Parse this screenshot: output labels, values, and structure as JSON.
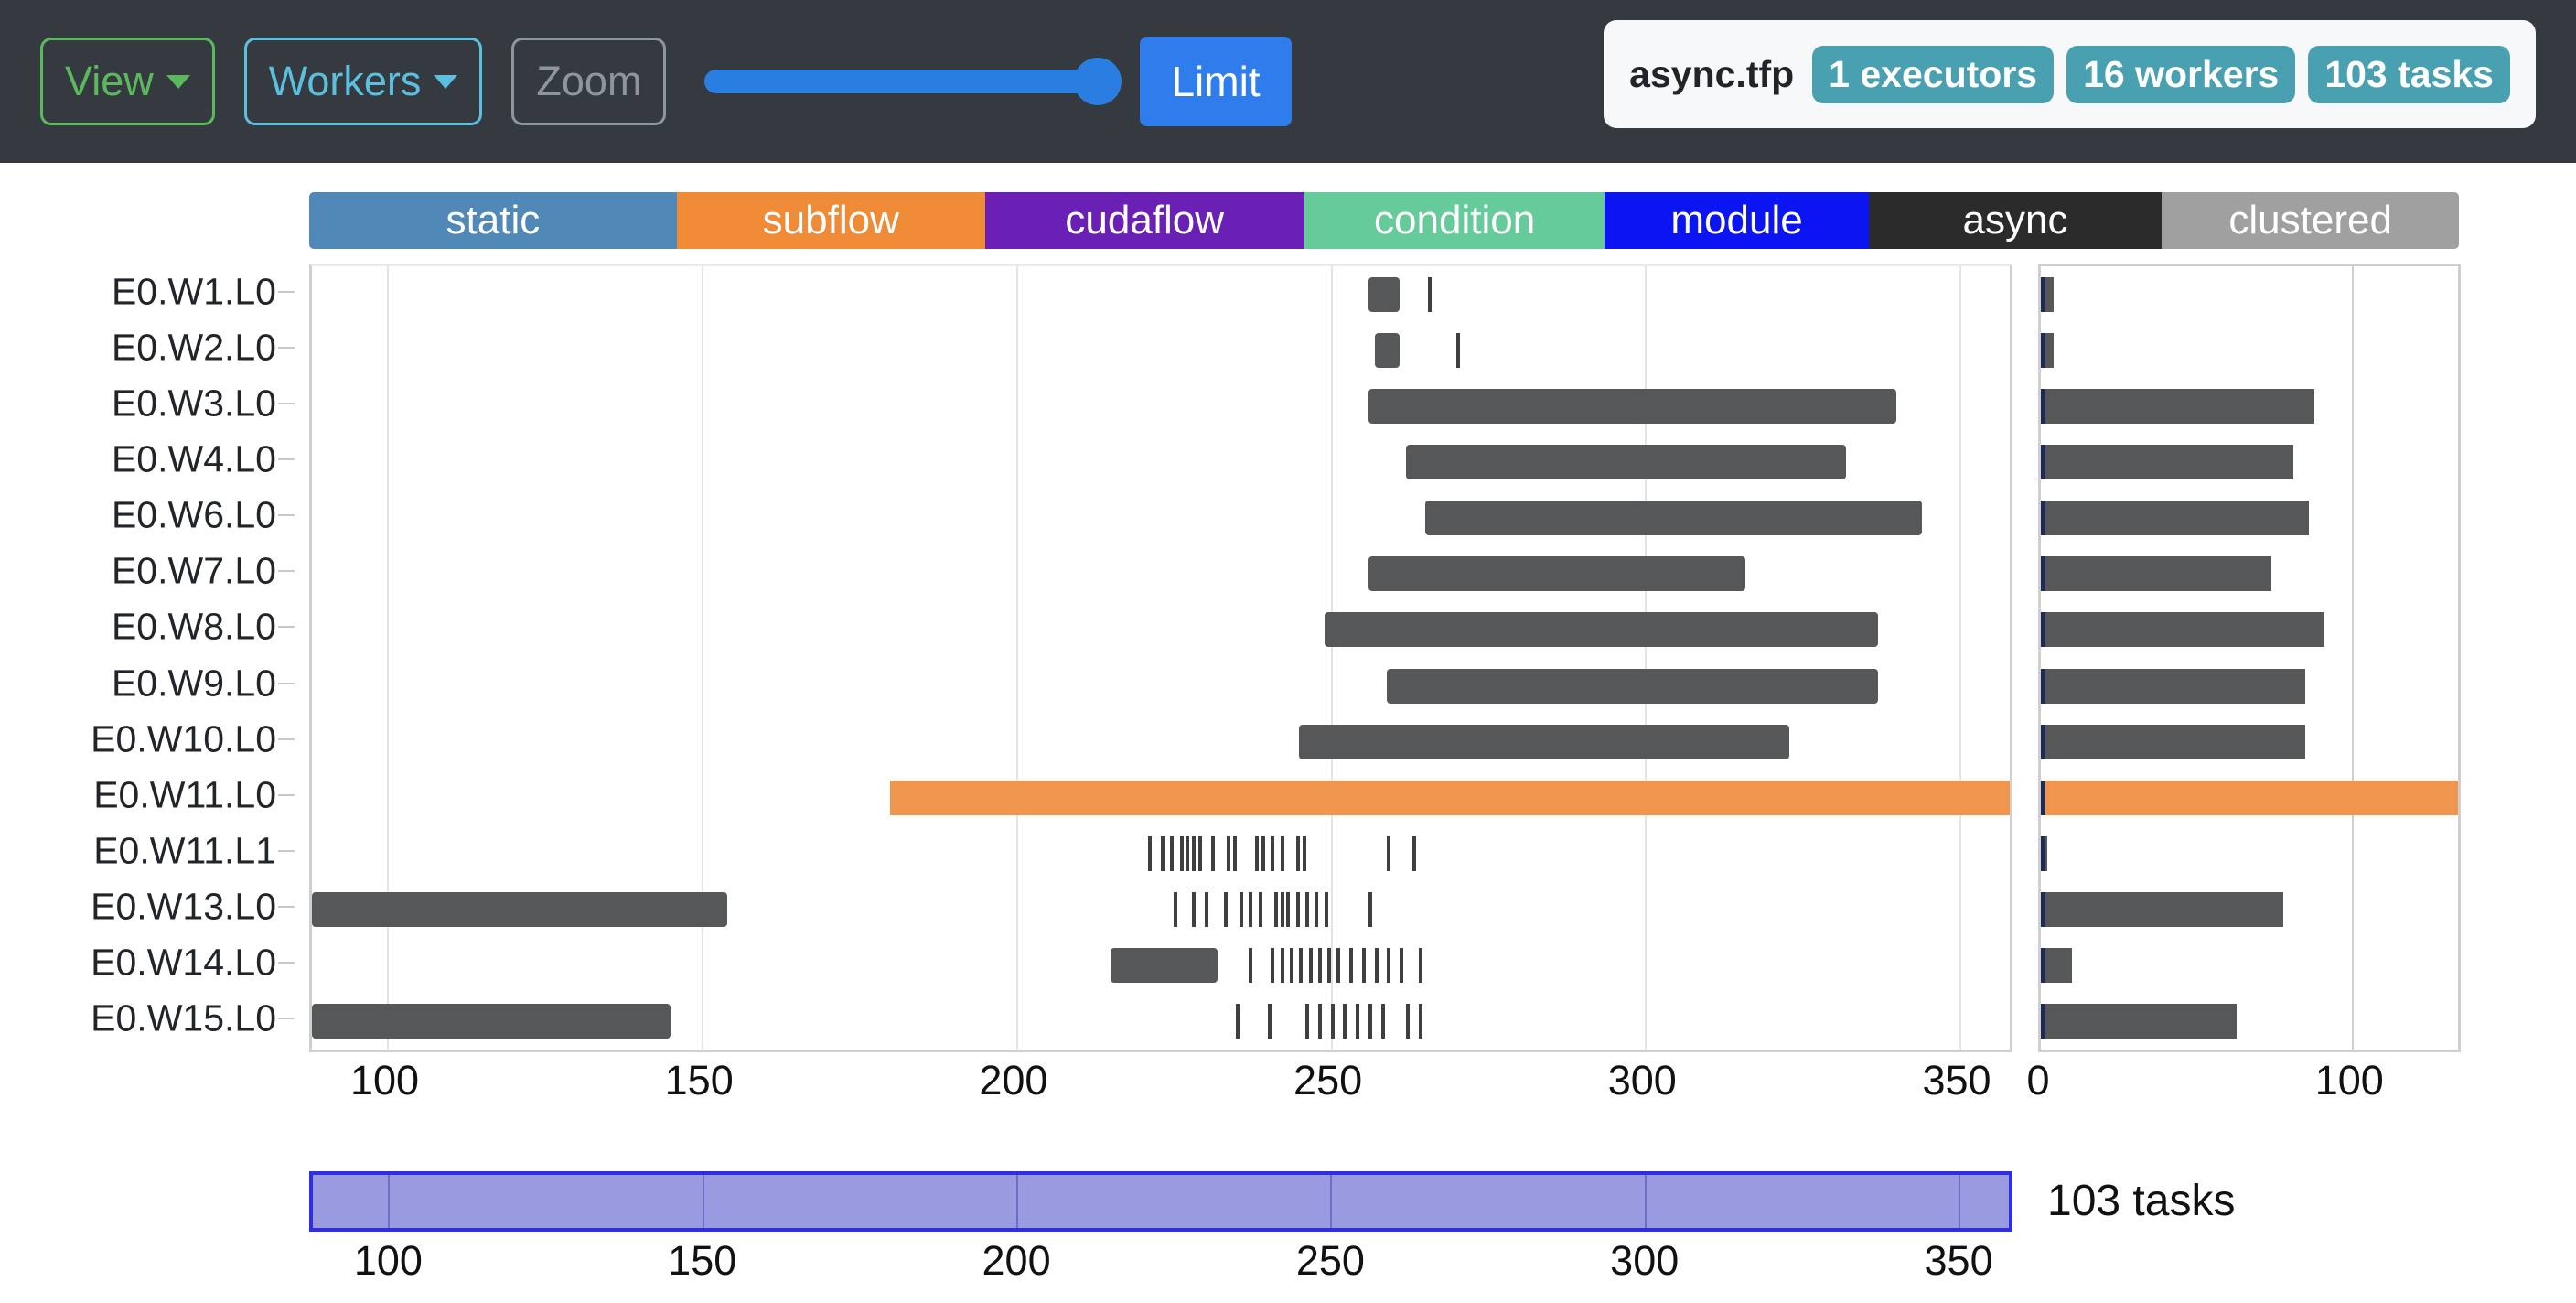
{
  "toolbar": {
    "view_label": "View",
    "workers_label": "Workers",
    "zoom_label": "Zoom",
    "limit_label": "Limit",
    "slider_value": 92,
    "accent_blue": "#2f7ced",
    "view_color": "#5cb85c",
    "workers_color": "#5bc0de",
    "zoom_color": "#8e969c"
  },
  "info_card": {
    "file_name": "async.tfp",
    "pills": [
      "1 executors",
      "16 workers",
      "103 tasks"
    ],
    "pill_color": "#48a0b0"
  },
  "chart_data": {
    "type": "bar",
    "title": "",
    "xlabel": "",
    "ylabel": "",
    "legend_position": "top",
    "grid": true,
    "legend": [
      {
        "label": "static",
        "color": "#5089b8",
        "width_pct": 9.9
      },
      {
        "label": "subflow",
        "color": "#ef8b36",
        "width_pct": 8.3
      },
      {
        "label": "cudaflow",
        "color": "#6a1fb5",
        "width_pct": 8.6
      },
      {
        "label": "condition",
        "color": "#66cb9a",
        "width_pct": 8.1
      },
      {
        "label": "module",
        "color": "#0a15f2",
        "width_pct": 7.1
      },
      {
        "label": "async",
        "color": "#2b2b2b",
        "width_pct": 7.9
      },
      {
        "label": "clustered",
        "color": "#a0a0a0",
        "width_pct": 8.0
      }
    ],
    "gantt": {
      "xlim": [
        88,
        358
      ],
      "xticks": [
        100,
        150,
        200,
        250,
        300,
        350
      ],
      "categories": [
        "E0.W1.L0",
        "E0.W2.L0",
        "E0.W3.L0",
        "E0.W4.L0",
        "E0.W6.L0",
        "E0.W7.L0",
        "E0.W8.L0",
        "E0.W9.L0",
        "E0.W10.L0",
        "E0.W11.L0",
        "E0.W11.L1",
        "E0.W13.L0",
        "E0.W14.L0",
        "E0.W15.L0"
      ],
      "rows": [
        {
          "label": "E0.W1.L0",
          "spans": [
            {
              "start": 256,
              "end": 261,
              "color": "#555759"
            }
          ],
          "marks": [
            265.5
          ]
        },
        {
          "label": "E0.W2.L0",
          "spans": [
            {
              "start": 257,
              "end": 261,
              "color": "#555759"
            }
          ],
          "marks": [
            270
          ]
        },
        {
          "label": "E0.W3.L0",
          "spans": [
            {
              "start": 256,
              "end": 340,
              "color": "#555759"
            }
          ],
          "marks": []
        },
        {
          "label": "E0.W4.L0",
          "spans": [
            {
              "start": 262,
              "end": 332,
              "color": "#555759"
            }
          ],
          "marks": []
        },
        {
          "label": "E0.W6.L0",
          "spans": [
            {
              "start": 265,
              "end": 344,
              "color": "#555759"
            }
          ],
          "marks": []
        },
        {
          "label": "E0.W7.L0",
          "spans": [
            {
              "start": 256,
              "end": 316,
              "color": "#555759"
            }
          ],
          "marks": []
        },
        {
          "label": "E0.W8.L0",
          "spans": [
            {
              "start": 249,
              "end": 337,
              "color": "#555759"
            }
          ],
          "marks": []
        },
        {
          "label": "E0.W9.L0",
          "spans": [
            {
              "start": 259,
              "end": 337,
              "color": "#555759"
            }
          ],
          "marks": []
        },
        {
          "label": "E0.W10.L0",
          "spans": [
            {
              "start": 245,
              "end": 323,
              "color": "#555759"
            }
          ],
          "marks": []
        },
        {
          "label": "E0.W11.L0",
          "spans": [
            {
              "start": 180,
              "end": 358,
              "color": "#f0954e"
            }
          ],
          "marks": []
        },
        {
          "label": "E0.W11.L1",
          "spans": [],
          "marks": [
            221,
            223,
            224.5,
            226,
            227,
            228,
            229,
            231,
            233.5,
            234.5,
            238,
            239,
            240.5,
            242,
            244.5,
            245.5,
            259,
            263
          ]
        },
        {
          "label": "E0.W13.L0",
          "spans": [
            {
              "start": 88,
              "end": 154,
              "color": "#555759"
            }
          ],
          "marks": [
            225,
            228,
            230,
            233,
            235.5,
            237,
            238.5,
            241,
            242,
            243,
            244.5,
            246,
            247.5,
            249,
            256
          ]
        },
        {
          "label": "E0.W14.L0",
          "spans": [
            {
              "start": 215,
              "end": 232,
              "color": "#555759"
            }
          ],
          "marks": [
            237,
            240.5,
            242,
            243.5,
            245,
            246.5,
            248,
            249.5,
            251,
            253,
            255,
            257,
            259,
            261,
            264
          ]
        },
        {
          "label": "E0.W15.L0",
          "spans": [
            {
              "start": 88,
              "end": 145,
              "color": "#555759"
            }
          ],
          "marks": [
            235,
            240,
            246,
            248,
            250,
            252,
            254,
            256,
            258,
            262,
            264
          ]
        }
      ]
    },
    "summary": {
      "xlim": [
        0,
        134
      ],
      "xticks": [
        0,
        100
      ],
      "values": [
        4,
        4,
        88,
        81,
        86,
        74,
        91,
        85,
        85,
        134,
        2,
        78,
        10,
        63
      ],
      "colors": [
        "#555759",
        "#555759",
        "#555759",
        "#555759",
        "#555759",
        "#555759",
        "#555759",
        "#555759",
        "#555759",
        "#f0954e",
        "#555759",
        "#555759",
        "#555759",
        "#555759"
      ]
    },
    "brush": {
      "xlim": [
        88,
        358
      ],
      "xticks": [
        100,
        150,
        200,
        250,
        300,
        350
      ],
      "selection_start": 88,
      "selection_end": 358,
      "fill_color": "#9a9ae0",
      "stroke_color": "#2f2fe0"
    }
  },
  "footer": {
    "task_count_label": "103 tasks"
  }
}
